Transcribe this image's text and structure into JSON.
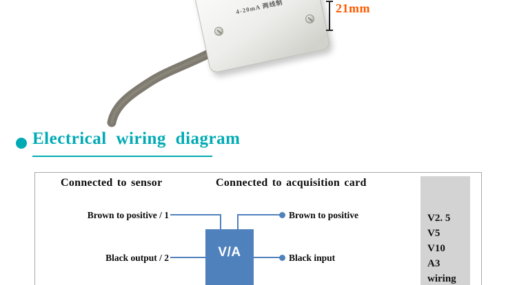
{
  "product": {
    "box_label": "4-20mA 两线制",
    "dimension_label": "21mm"
  },
  "section": {
    "title": "Electrical wiring diagram"
  },
  "diagram": {
    "left_heading": "Connected to sensor",
    "right_heading": "Connected to acquisition card",
    "brown_sensor": "Brown to positive / 1",
    "black_sensor": "Black output / 2",
    "brown_acq": "Brown to positive",
    "black_acq": "Black input",
    "converter": "V/A",
    "panel": [
      "V2. 5",
      "V5",
      "V10",
      "A3",
      "wiring"
    ]
  },
  "colors": {
    "accent_teal": "#00aab4",
    "dimension_orange": "#ff5a00",
    "wire_blue": "#4f81bd",
    "converter_blue": "#4f81bd",
    "panel_grey": "#d3d3d3"
  }
}
